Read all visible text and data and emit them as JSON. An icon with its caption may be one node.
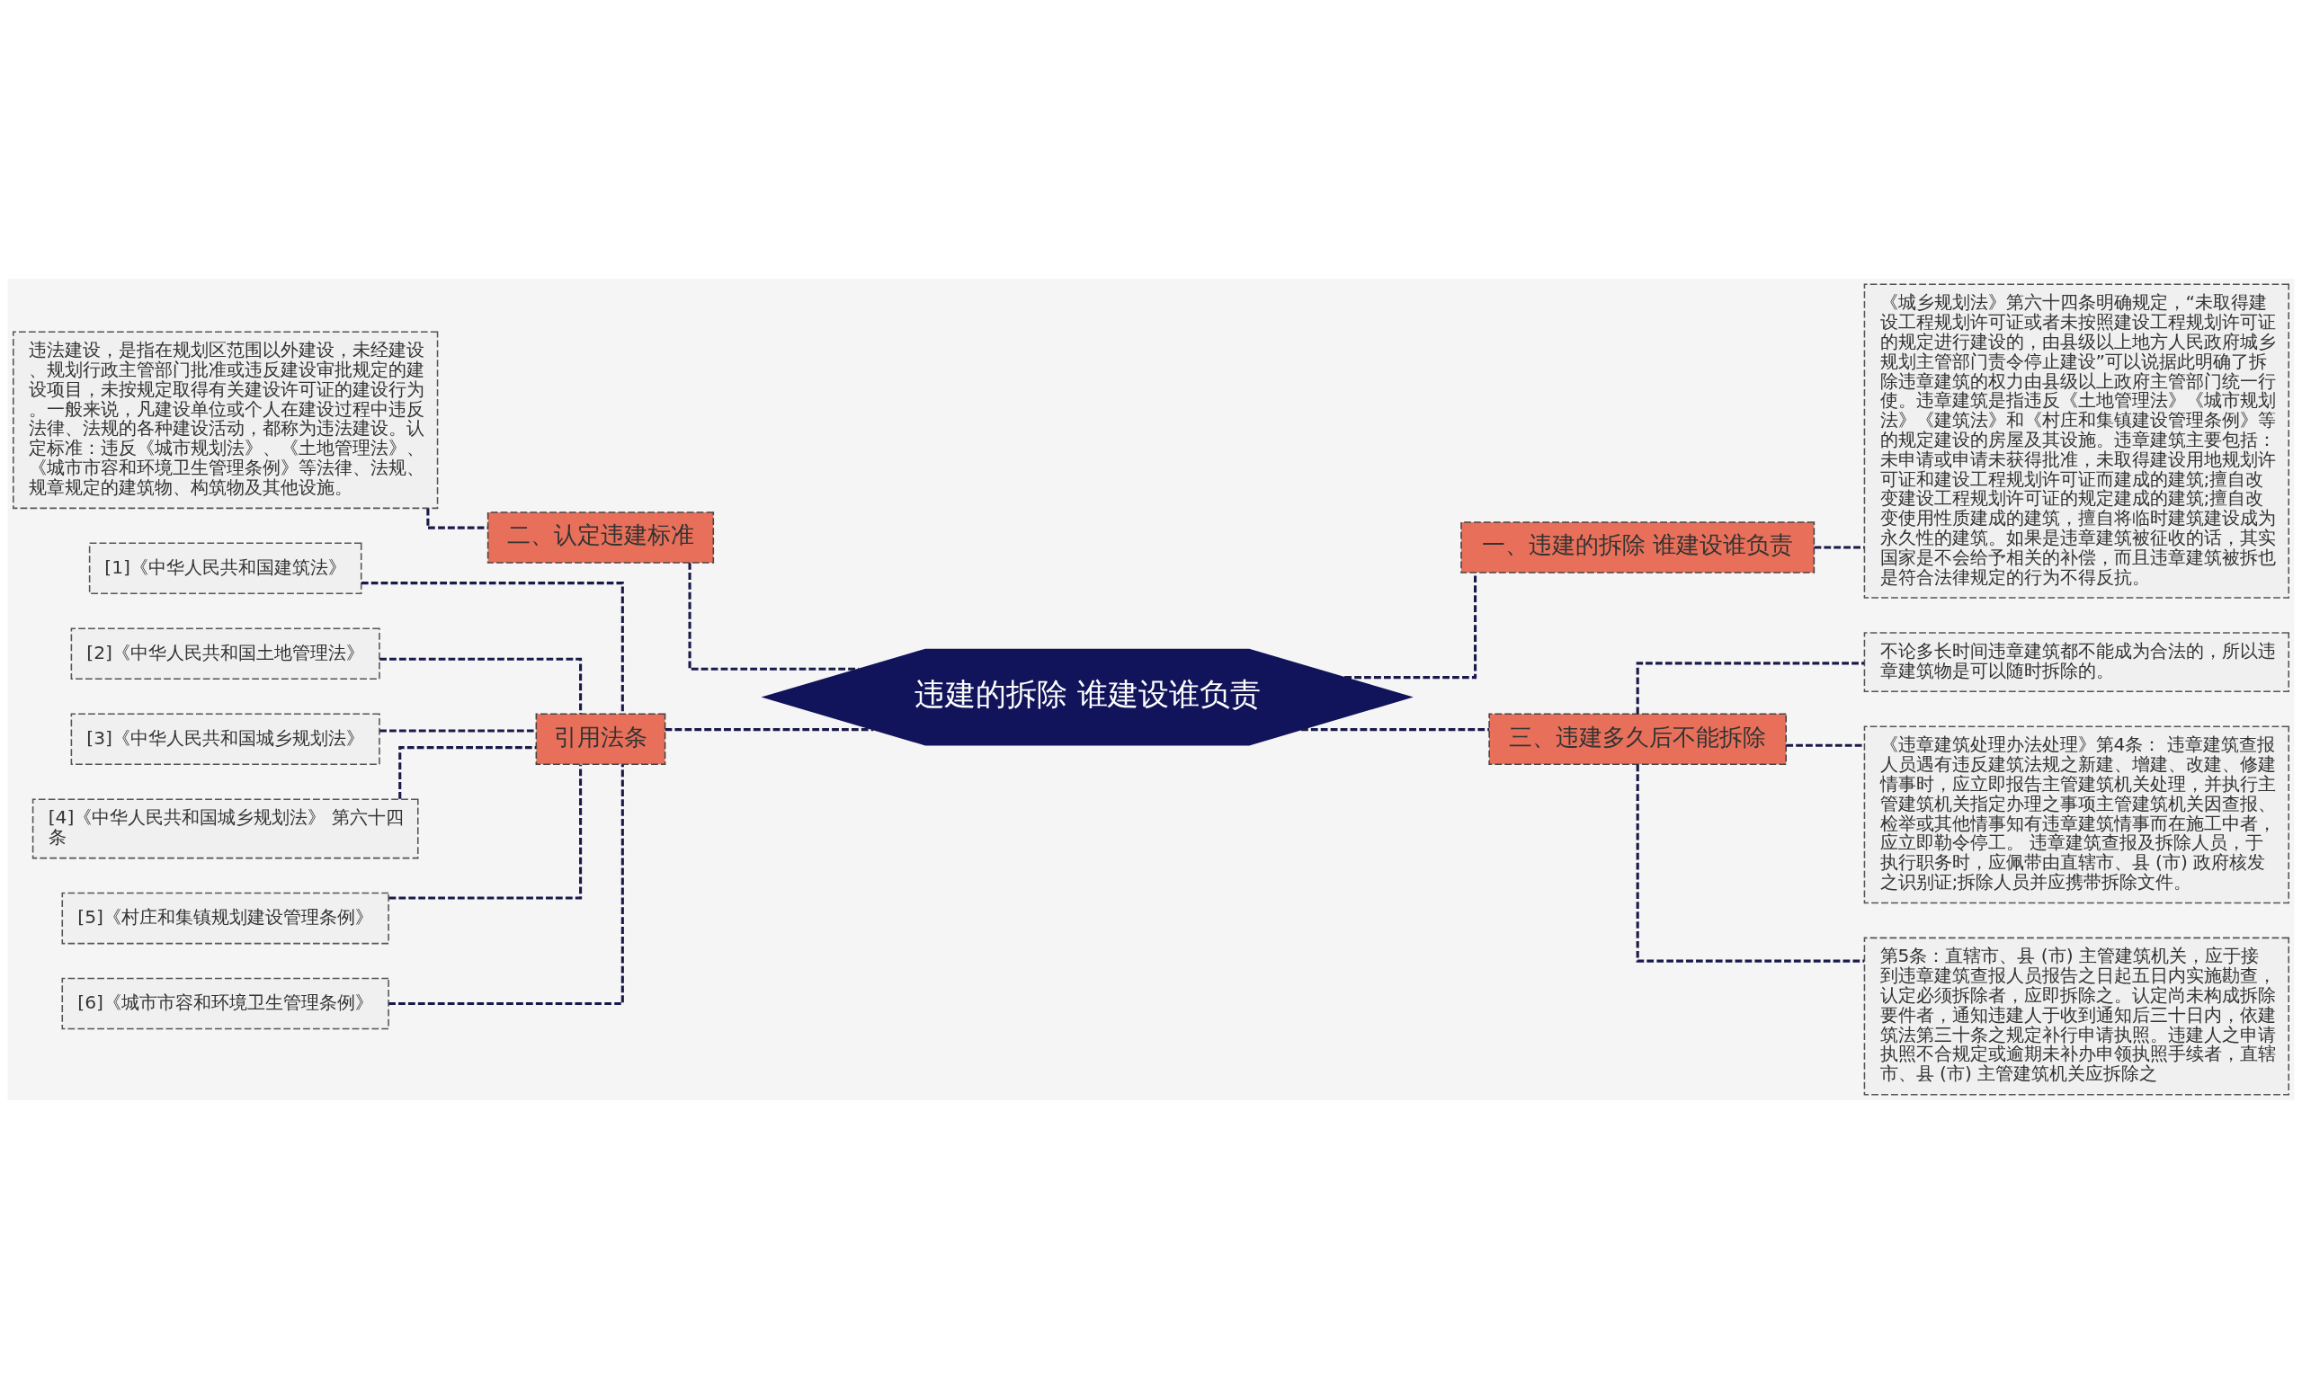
{
  "diagram": {
    "nodes": [
      {
        "text": [
          "违建的拆除 谁建设谁负责"
        ]
      },
      {
        "text": [
          "一、违建的拆除 谁建设谁负责"
        ]
      },
      {
        "text": [
          "《城乡规划法》第六十四条明确规定，“未取得建设工程规划许可证或者未按照建设工程规划许可证的规定进行建设的，由县级以上地方人民政府城乡规划主管部门责令停止建设”可以说据此明确了拆除违章建筑的权力由县级以上政府主管部门统一行使。违章建筑是指违反《土地管理法》《城市规划法》《建筑法》和《村庄和集镇建设管理条例》等的规定建设的房屋及其设施。违章建筑主要包括：未申请或申请未获得批准，未取得建设用地规划许可证和建设工程规划许可证而建成的建筑;擅自改变建设工程规划许可证的规定建成的建筑;擅自改变使用性质建成的建筑，擅自将临时建筑建设成为永久性的建筑。如果是违章建筑被征收的话，其实国家是不会给予相关的补偿，而且违章建筑被拆也是符合法律规定的行为不得反抗。"
        ]
      },
      {
        "text": [
          "二、认定违建标准"
        ]
      },
      {
        "text": [
          "违法建设，是指在规划区范围以外建设，未经建设、规划行政主管部门批准或违反建设审批规定的建设项目，未按规定取得有关建设许可证的建设行为。一般来说，凡建设单位或个人在建设过程中违反法律、法规的各种建设活动，都称为违法建设。认定标准：违反《城市规划法》、《土地管理法》、《城市市容和环境卫生管理条例》等法律、法规、规章规定的建筑物、构筑物及其他设施。"
        ]
      },
      {
        "text": [
          "三、违建多久后不能拆除"
        ]
      },
      {
        "text": [
          "不论多长时间违章建筑都不能成为合法的，所以违章建筑物是可以随时拆除的。"
        ]
      },
      {
        "text": [
          "《违章建筑处理办法处理》第4条： 违章建筑查报人员遇有违反建筑法规之新建、增建、改建、修建情事时，应立即报告主管建筑机关处理，并执行主管建筑机关指定办理之事项主管建筑机关因查报、检举或其他情事知有违章建筑情事而在施工中者，应立即勒令停工。 违章建筑查报及拆除人员，于执行职务时，应佩带由直辖市、县 (市) 政府核发之识别证;拆除人员并应携带拆除文件。"
        ]
      },
      {
        "text": [
          "第5条：直辖市、县 (市) 主管建筑机关，应于接到违章建筑查报人员报告之日起五日内实施勘查，认定必须拆除者，应即拆除之。认定尚未构成拆除要件者，通知违建人于收到通知后三十日内，依建筑法第三十条之规定补行申请执照。违建人之申请执照不合规定或逾期未补办申领执照手续者，直辖市、县 (市) 主管建筑机关应拆除之"
        ]
      },
      {
        "text": [
          "引用法条"
        ]
      },
      {
        "text": [
          "[1]《中华人民共和国建筑法》"
        ]
      },
      {
        "text": [
          "[2]《中华人民共和国土地管理法》"
        ]
      },
      {
        "text": [
          "[3]《中华人民共和国城乡规划法》"
        ]
      },
      {
        "text": [
          "[4]《中华人民共和国城乡规划法》 第六十四条"
        ]
      },
      {
        "text": [
          "[5]《村庄和集镇规划建设管理条例》"
        ]
      },
      {
        "text": [
          "[6]《城市市容和环境卫生管理条例》"
        ]
      }
    ],
    "edges": [
      {
        "from": 0,
        "to": 1,
        "arrow": "none",
        "style": "dashed"
      },
      {
        "from": 1,
        "to": 2,
        "arrow": "none",
        "style": "dashed"
      },
      {
        "from": 0,
        "to": 3,
        "arrow": "none",
        "style": "dashed"
      },
      {
        "from": 3,
        "to": 4,
        "arrow": "none",
        "style": "dashed"
      },
      {
        "from": 0,
        "to": 5,
        "arrow": "none",
        "style": "dashed"
      },
      {
        "from": 5,
        "to": 6,
        "arrow": "none",
        "style": "dashed"
      },
      {
        "from": 5,
        "to": 7,
        "arrow": "none",
        "style": "dashed"
      },
      {
        "from": 5,
        "to": 8,
        "arrow": "none",
        "style": "dashed"
      },
      {
        "from": 0,
        "to": 9,
        "arrow": "none",
        "style": "dashed"
      },
      {
        "from": 9,
        "to": 10,
        "arrow": "none",
        "style": "dashed"
      },
      {
        "from": 9,
        "to": 11,
        "arrow": "none",
        "style": "dashed"
      },
      {
        "from": 9,
        "to": 12,
        "arrow": "none",
        "style": "dashed"
      },
      {
        "from": 9,
        "to": 13,
        "arrow": "none",
        "style": "dashed"
      },
      {
        "from": 9,
        "to": 14,
        "arrow": "none",
        "style": "dashed"
      },
      {
        "from": 9,
        "to": 15,
        "arrow": "none",
        "style": "dashed"
      }
    ]
  }
}
